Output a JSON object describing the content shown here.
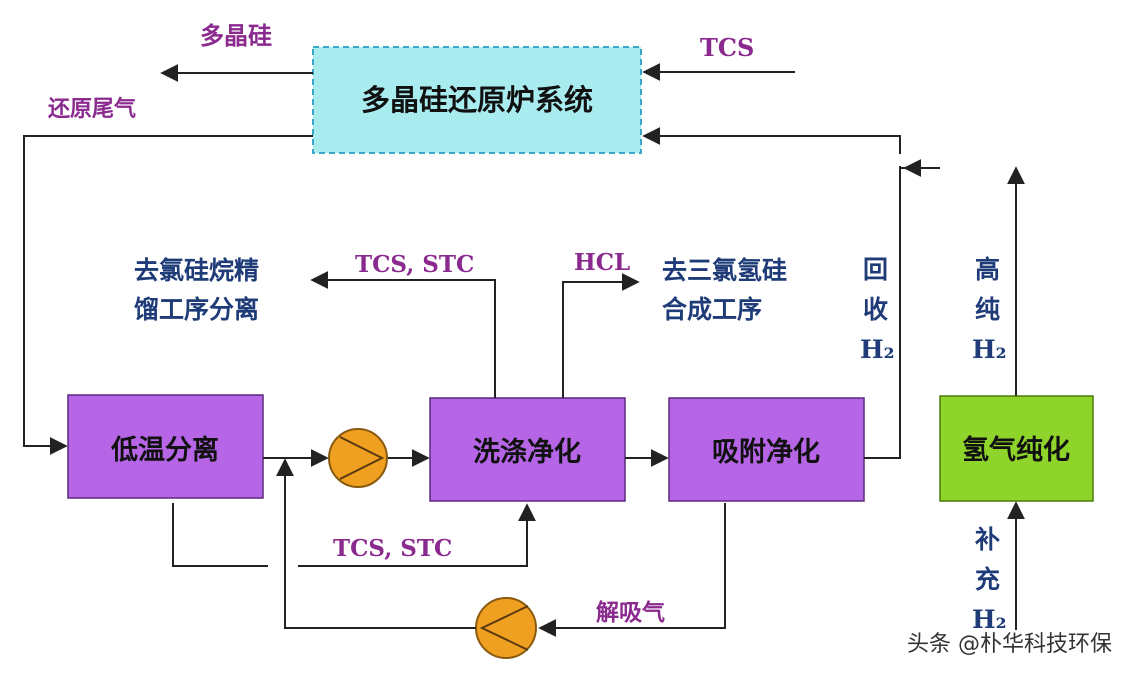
{
  "furnace": {
    "label": "多晶硅还原炉系统"
  },
  "outputs": {
    "polysilicon": "多晶硅",
    "tail_gas": "还原尾气",
    "tcs_in": "TCS"
  },
  "boxes": {
    "low_temp_sep": "低温分离",
    "wash_purify": "洗涤净化",
    "adsorb_purify": "吸附净化",
    "h2_purify": "氢气纯化"
  },
  "annotations": {
    "to_distill_line1": "去氯硅烷精",
    "to_distill_line2": "馏工序分离",
    "tcs_stc_top": "TCS, STC",
    "hcl": "HCL",
    "to_synth_line1": "去三氯氢硅",
    "to_synth_line2": "合成工序",
    "recover_h2": [
      "回",
      "收",
      "H₂"
    ],
    "high_purity_h2": [
      "高",
      "纯",
      "H₂"
    ],
    "tcs_stc_bottom": "TCS, STC",
    "desorb_gas": "解吸气",
    "makeup_h2": [
      "补",
      "充",
      "H₂"
    ]
  },
  "watermark": "头条 @朴华科技环保",
  "colors": {
    "furnace_fill": "#a8ecf0",
    "furnace_border": "#3aa6c8",
    "process_fill": "#b565e6",
    "h2_fill": "#8fd42a",
    "compressor": "#f0a020",
    "purple_text": "#8a2a8f",
    "blue_text": "#1f3c78"
  }
}
